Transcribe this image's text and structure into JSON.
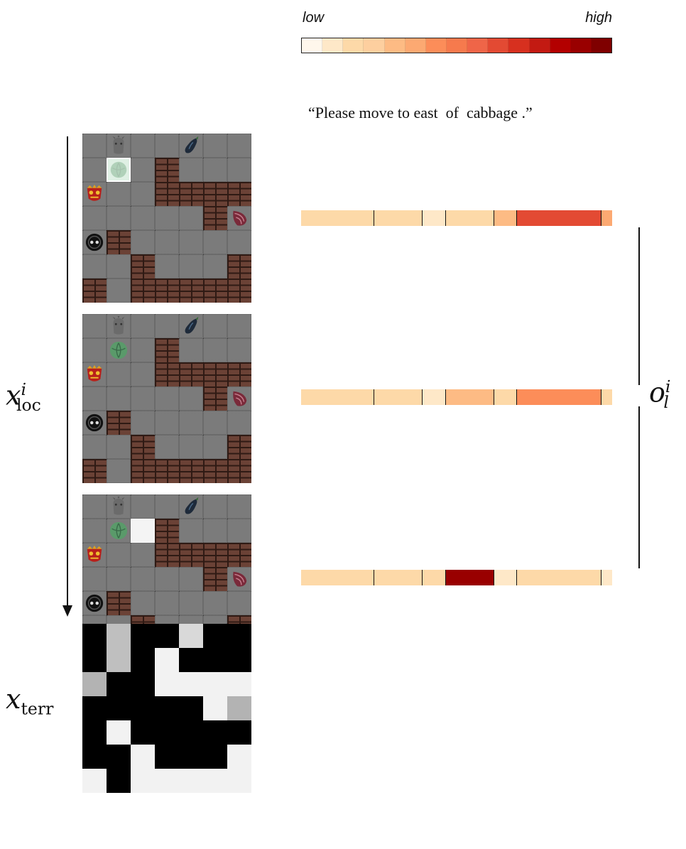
{
  "legend": {
    "low_label": "low",
    "high_label": "high",
    "scale": [
      "#fff7ec",
      "#fee8c8",
      "#fdd9a8",
      "#fdcf9f",
      "#fdbb84",
      "#fca972",
      "#fc8d59",
      "#f67a4d",
      "#ef6548",
      "#e34a33",
      "#d7301f",
      "#c31a12",
      "#b30000",
      "#990000",
      "#7f0000"
    ]
  },
  "instruction": "“Please move to east  of  cabbage .”",
  "axis_labels": {
    "loc_base": "x",
    "loc_sub": "loc",
    "loc_sup": "i",
    "terr_base": "x",
    "terr_sub": "terr",
    "out_base": "o",
    "out_sub": "l",
    "out_sup": "i"
  },
  "objects": {
    "rhino": "rhino-icon",
    "eggplant": "eggplant-icon",
    "cabbage": "cabbage-icon",
    "mask": "tribal-mask-icon",
    "robot": "robot-icon",
    "shell": "shell-icon"
  },
  "grid_map": [
    "F F F F F F F",
    "F F F W F F F",
    "F F F W W W W",
    "F F F F F W F",
    "F W F F F F F",
    "F F W F F F W",
    "W F W W W W W"
  ],
  "attention_rows": [
    {
      "segments": [
        {
          "w": 0.235,
          "c": "#fdd9a8"
        },
        {
          "w": 0.155,
          "c": "#fdd9a8"
        },
        {
          "w": 0.075,
          "c": "#fee8c8"
        },
        {
          "w": 0.155,
          "c": "#fdd9a8"
        },
        {
          "w": 0.075,
          "c": "#fdbb84"
        },
        {
          "w": 0.27,
          "c": "#e34a33"
        },
        {
          "w": 0.035,
          "c": "#fca972"
        }
      ]
    },
    {
      "segments": [
        {
          "w": 0.235,
          "c": "#fdd9a8"
        },
        {
          "w": 0.155,
          "c": "#fdd9a8"
        },
        {
          "w": 0.075,
          "c": "#fee8c8"
        },
        {
          "w": 0.155,
          "c": "#fdbb84"
        },
        {
          "w": 0.075,
          "c": "#fdd9a8"
        },
        {
          "w": 0.27,
          "c": "#fc8d59"
        },
        {
          "w": 0.035,
          "c": "#fdd9a8"
        }
      ]
    },
    {
      "segments": [
        {
          "w": 0.235,
          "c": "#fdd9a8"
        },
        {
          "w": 0.155,
          "c": "#fdd9a8"
        },
        {
          "w": 0.075,
          "c": "#fdd9a8"
        },
        {
          "w": 0.155,
          "c": "#990000"
        },
        {
          "w": 0.075,
          "c": "#fee8c8"
        },
        {
          "w": 0.27,
          "c": "#fdd9a8"
        },
        {
          "w": 0.035,
          "c": "#fee8c8"
        }
      ]
    }
  ],
  "terrain": [
    [
      0,
      0.75,
      0,
      0,
      0.85,
      0,
      0
    ],
    [
      0,
      0.75,
      0,
      0.95,
      0,
      0,
      0
    ],
    [
      0.7,
      0,
      0,
      0.95,
      0.95,
      0.95,
      0.95
    ],
    [
      0,
      0,
      0,
      0,
      0,
      0.95,
      0.7
    ],
    [
      0,
      0.95,
      0,
      0,
      0,
      0,
      0
    ],
    [
      0,
      0,
      0.95,
      0,
      0,
      0,
      0.95
    ],
    [
      0.95,
      0,
      0.95,
      0.95,
      0.95,
      0.95,
      0.95
    ]
  ]
}
